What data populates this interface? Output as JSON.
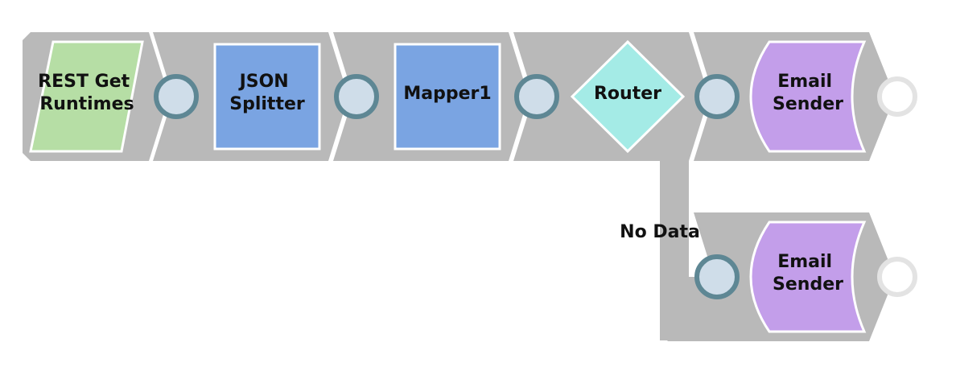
{
  "pipeline": {
    "snaps": [
      {
        "id": "rest-get",
        "label_lines": [
          "REST Get",
          "Runtimes"
        ],
        "shape": "parallelogram",
        "color": "#b6dea5"
      },
      {
        "id": "json-splitter",
        "label_lines": [
          "JSON",
          "Splitter"
        ],
        "shape": "rectangle",
        "color": "#7aa4e2"
      },
      {
        "id": "mapper",
        "label_lines": [
          "Mapper1"
        ],
        "shape": "rectangle",
        "color": "#7aa4e2"
      },
      {
        "id": "router",
        "label_lines": [
          "Router"
        ],
        "shape": "diamond",
        "color": "#a4ebe6"
      },
      {
        "id": "email-sender-1",
        "label_lines": [
          "Email",
          "Sender"
        ],
        "shape": "scroll",
        "color": "#c39eea"
      },
      {
        "id": "email-sender-2",
        "label_lines": [
          "Email",
          "Sender"
        ],
        "shape": "scroll",
        "color": "#c39eea"
      }
    ],
    "branch_label": "No Data"
  },
  "colors": {
    "segment": "#b9b9b9",
    "port_fill": "#cfdde9",
    "port_ring": "#5e8794",
    "open_port_ring": "#e3e3e3"
  }
}
